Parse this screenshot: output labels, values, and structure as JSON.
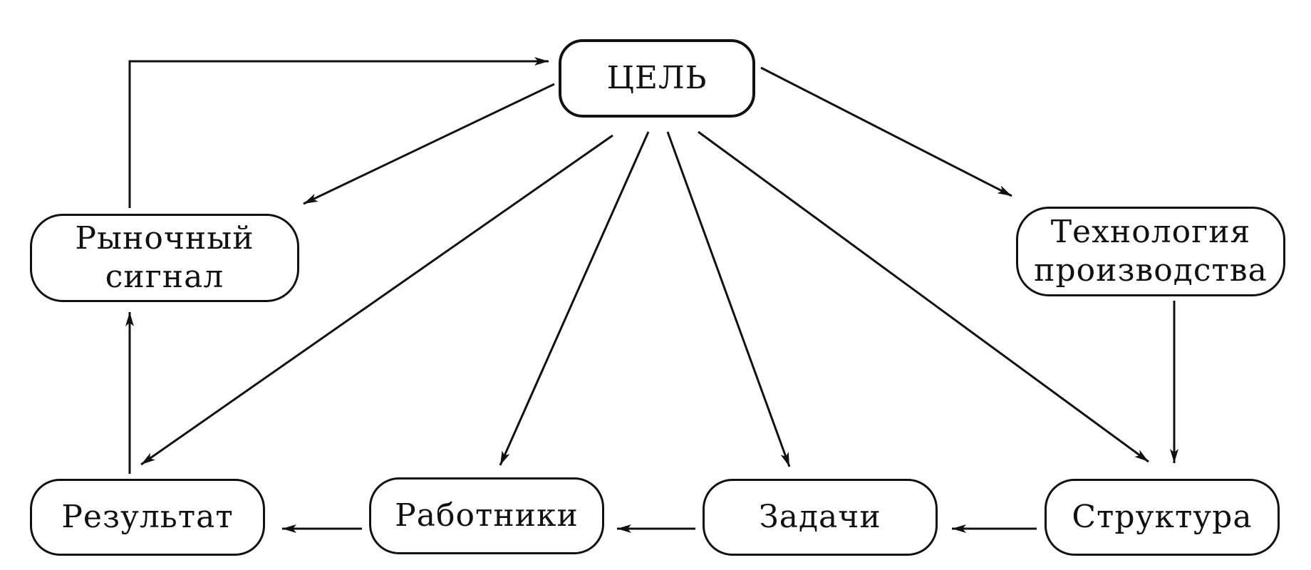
{
  "diagram": {
    "nodes": {
      "goal": "ЦЕЛЬ",
      "market_signal": "Рыночный\nсигнал",
      "technology": "Технология\nпроизводства",
      "result": "Результат",
      "workers": "Работники",
      "tasks": "Задачи",
      "structure": "Структура"
    },
    "edges": [
      {
        "from": "goal",
        "to": "market_signal"
      },
      {
        "from": "goal",
        "to": "technology"
      },
      {
        "from": "goal",
        "to": "result"
      },
      {
        "from": "goal",
        "to": "workers"
      },
      {
        "from": "goal",
        "to": "tasks"
      },
      {
        "from": "goal",
        "to": "structure"
      },
      {
        "from": "technology",
        "to": "structure"
      },
      {
        "from": "structure",
        "to": "tasks"
      },
      {
        "from": "tasks",
        "to": "workers"
      },
      {
        "from": "workers",
        "to": "result"
      },
      {
        "from": "result",
        "to": "market_signal"
      },
      {
        "from": "market_signal",
        "to": "goal"
      }
    ],
    "colors": {
      "stroke": "#111111",
      "background": "#ffffff"
    }
  }
}
